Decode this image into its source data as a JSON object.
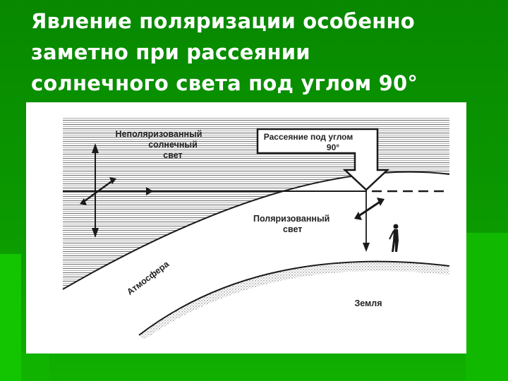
{
  "slide": {
    "title_lines": [
      "Явление поляризации особенно",
      "заметно при рассеянии",
      "солнечного света под углом 90°"
    ]
  },
  "diagram": {
    "labels": {
      "unpolarized": [
        "Неполяризованный",
        "солнечный",
        "свет"
      ],
      "scattering": [
        "Рассеяние под углом",
        "90°"
      ],
      "polarized": [
        "Поляризованный",
        "свет"
      ],
      "atmosphere": "Атмосфера",
      "earth": "Земля"
    }
  },
  "colors": {
    "background": "#0a8f00",
    "title_text": "#ffffff",
    "hatch": "#6b6b6b",
    "ink": "#1a1a1a"
  }
}
